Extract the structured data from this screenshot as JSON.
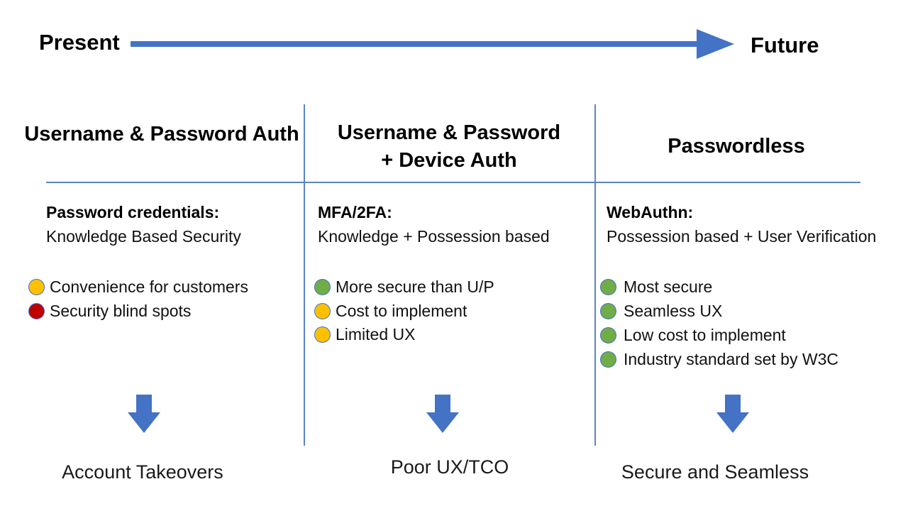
{
  "slide": {
    "timeline": {
      "present": "Present",
      "future": "Future"
    },
    "columns": [
      {
        "title": "Username & Password Auth",
        "method_label": "Password credentials:",
        "method_desc": "Knowledge Based Security",
        "bullets": [
          {
            "color": "yellow",
            "label": "Convenience for customers"
          },
          {
            "color": "red",
            "label": "Security blind spots"
          }
        ],
        "outcome": "Account Takeovers"
      },
      {
        "title": "Username & Password\n+ Device Auth",
        "method_label": "MFA/2FA:",
        "method_desc": "Knowledge + Possession based",
        "bullets": [
          {
            "color": "green",
            "label": "More secure than U/P"
          },
          {
            "color": "yellow",
            "label": "Cost to implement"
          },
          {
            "color": "yellow",
            "label": "Limited UX"
          }
        ],
        "outcome": "Poor UX/TCO"
      },
      {
        "title": "Passwordless",
        "method_label": "WebAuthn:",
        "method_desc": "Possession based + User Verification",
        "bullets": [
          {
            "color": "green",
            "label": "Most secure"
          },
          {
            "color": "green",
            "label": "Seamless UX"
          },
          {
            "color": "green",
            "label": "Low cost to implement"
          },
          {
            "color": "green",
            "label": "Industry standard set by W3C"
          }
        ],
        "outcome": "Secure and Seamless"
      }
    ],
    "colors": {
      "accent_blue": "#4472C4",
      "divider_blue": "#5b84c8",
      "dot_border_blue": "#4472C4",
      "status_yellow": "#FFC000",
      "status_red": "#C00000",
      "status_green": "#70AD47"
    }
  }
}
